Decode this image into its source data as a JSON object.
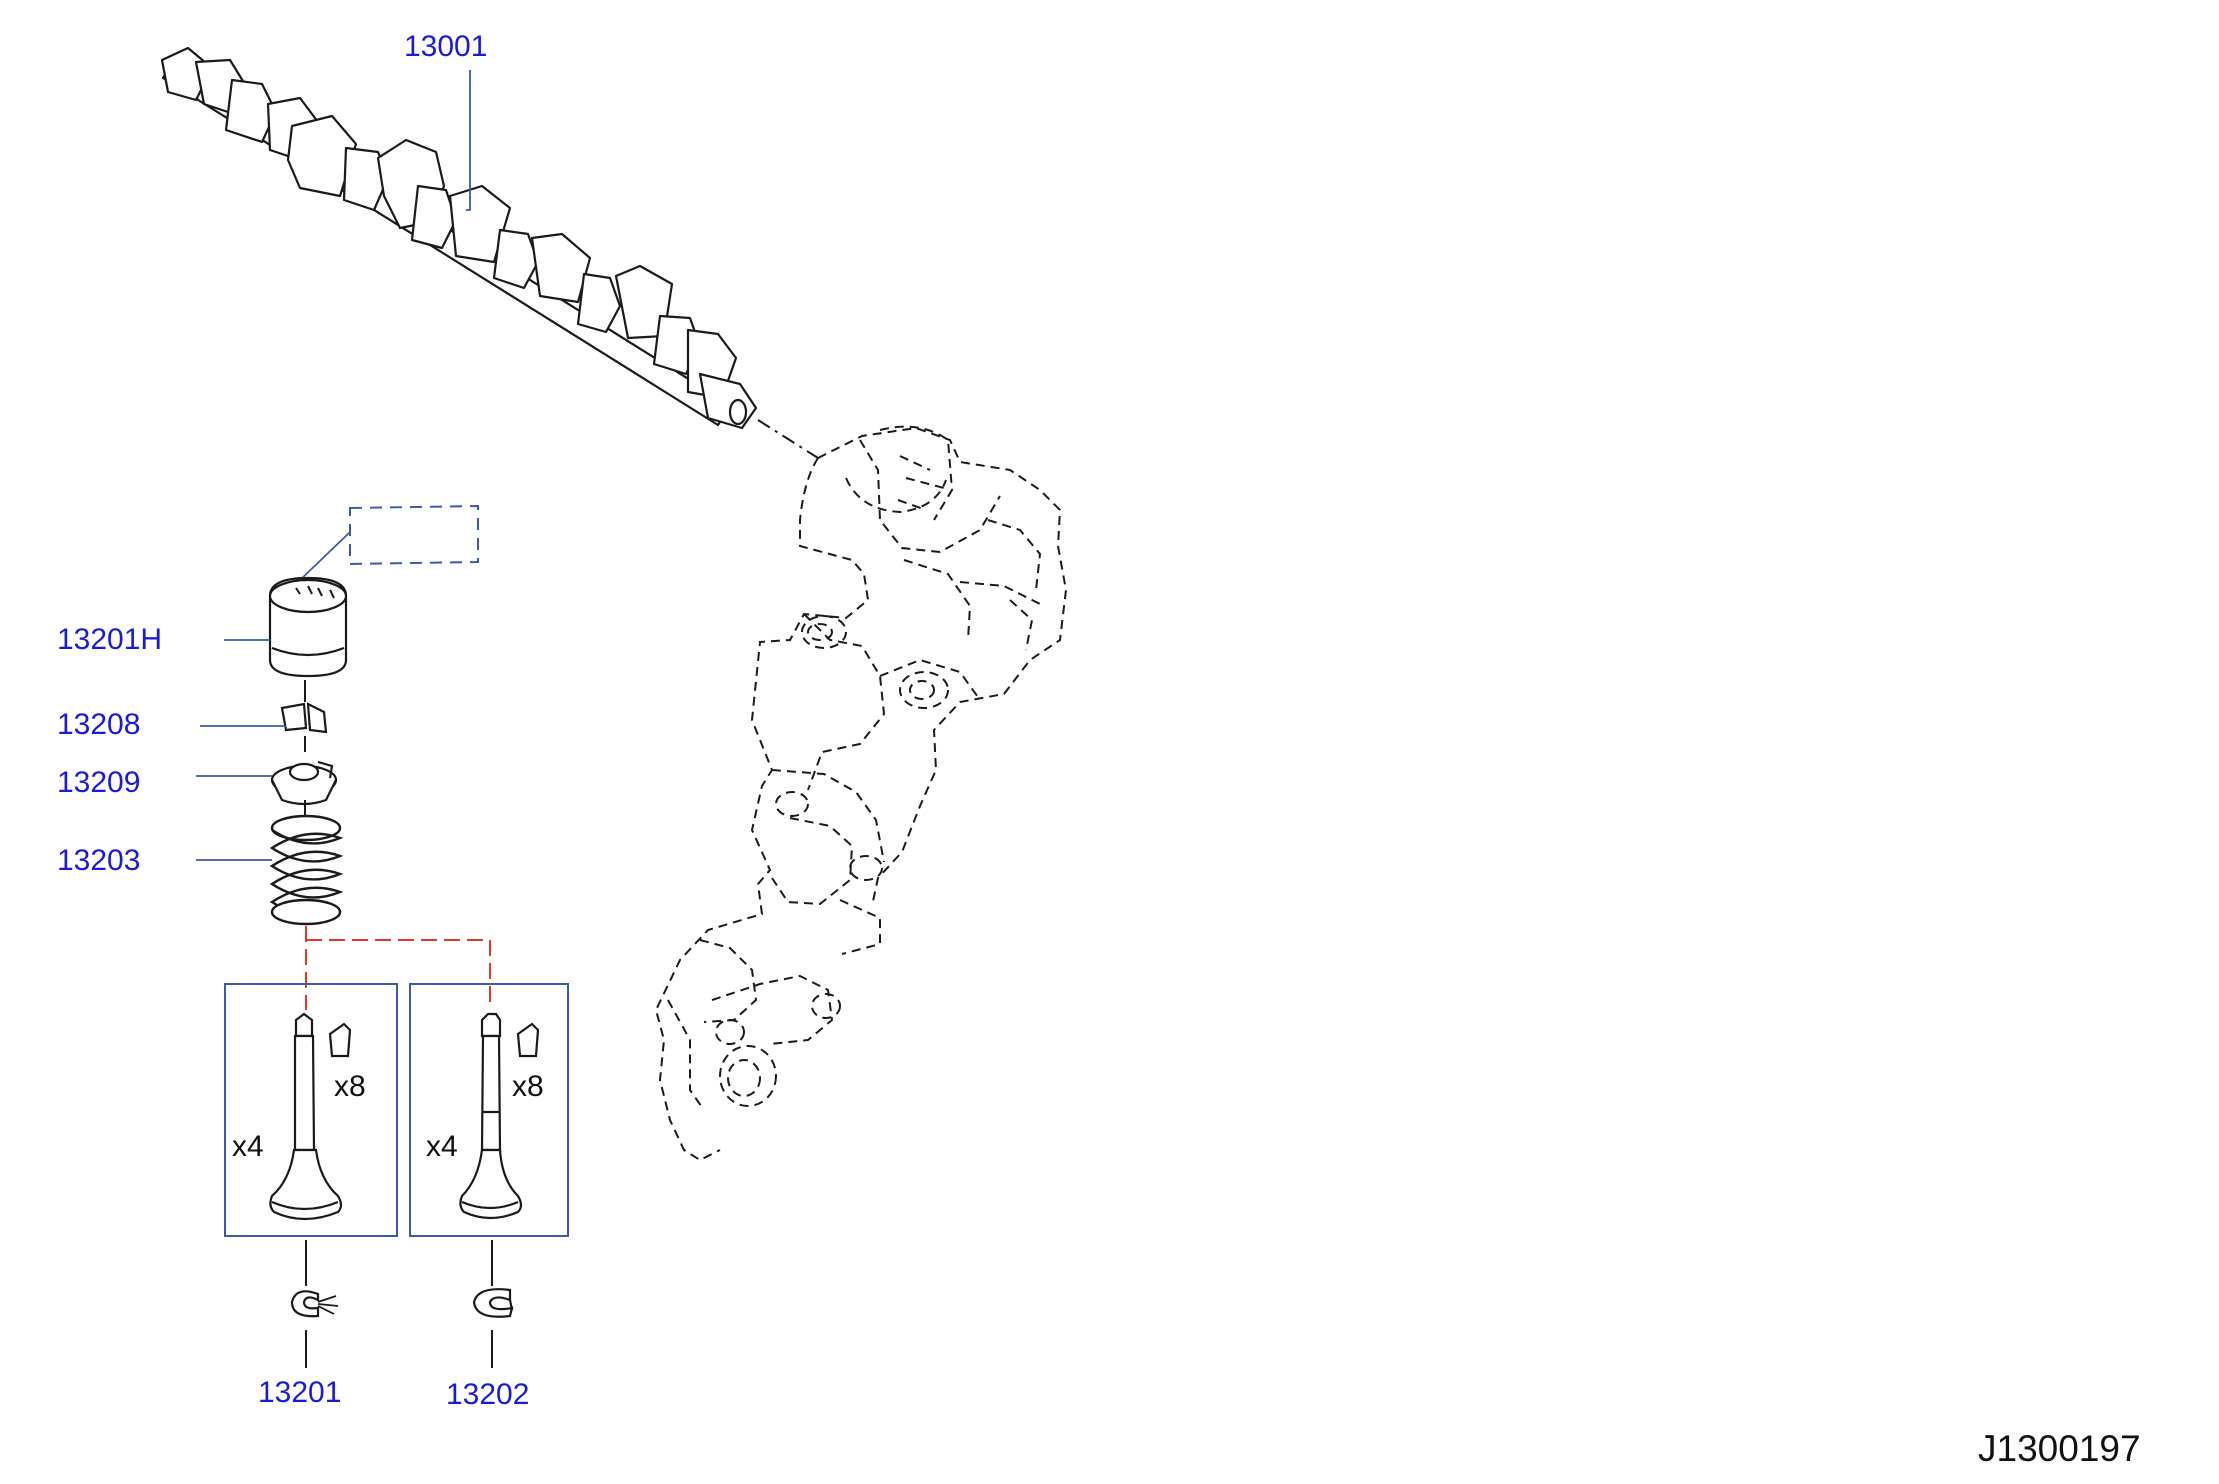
{
  "diagram": {
    "code": "J1300197",
    "colors": {
      "part_label": "#1a1adb",
      "leader": "#3b5aa8",
      "drawing": "#1a1a1a",
      "hidden_link": "#e0392b",
      "group_box": "#3b5aa8"
    }
  },
  "parts": [
    {
      "number": "13001",
      "name": "camshaft"
    },
    {
      "number": "13201H",
      "name": "valve-lifter"
    },
    {
      "number": "13208",
      "name": "valve-collet"
    },
    {
      "number": "13209",
      "name": "spring-retainer"
    },
    {
      "number": "13203",
      "name": "valve-spring"
    },
    {
      "number": "13201",
      "name": "intake-valve-seal"
    },
    {
      "number": "13202",
      "name": "exhaust-valve-seal"
    }
  ],
  "quantities": {
    "intake_valve": "x4",
    "intake_collet": "x8",
    "exhaust_valve": "x4",
    "exhaust_collet": "x8"
  },
  "icons": [
    "camshaft-icon",
    "valve-lifter-icon",
    "valve-collet-icon",
    "spring-retainer-icon",
    "valve-spring-icon",
    "intake-valve-icon",
    "exhaust-valve-icon",
    "valve-seal-icon",
    "cylinder-head-outline-icon"
  ]
}
